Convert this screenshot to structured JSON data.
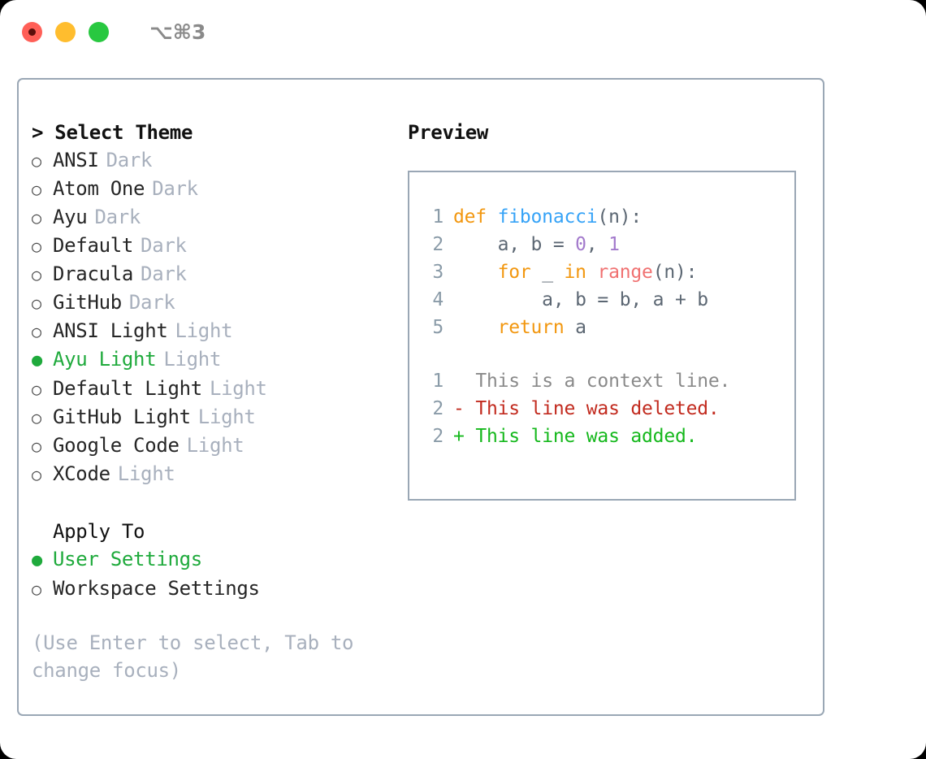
{
  "titlebar": {
    "shortcut": "⌥⌘3",
    "lights": [
      {
        "name": "close",
        "color": "#ff5f57"
      },
      {
        "name": "minimize",
        "color": "#ffbd2e"
      },
      {
        "name": "maximize",
        "color": "#28c840"
      }
    ]
  },
  "theme_picker": {
    "header": "> Select Theme",
    "accent_color": "#1faa3c",
    "muted_color": "#a8b0bd",
    "bullet_selected": "●",
    "bullet_unselected": "○",
    "options": [
      {
        "label": "ANSI",
        "tag": "Dark",
        "selected": false
      },
      {
        "label": "Atom One",
        "tag": "Dark",
        "selected": false
      },
      {
        "label": "Ayu",
        "tag": "Dark",
        "selected": false
      },
      {
        "label": "Default",
        "tag": "Dark",
        "selected": false
      },
      {
        "label": "Dracula",
        "tag": "Dark",
        "selected": false
      },
      {
        "label": "GitHub",
        "tag": "Dark",
        "selected": false
      },
      {
        "label": "ANSI Light",
        "tag": "Light",
        "selected": false
      },
      {
        "label": "Ayu Light",
        "tag": "Light",
        "selected": true
      },
      {
        "label": "Default Light",
        "tag": "Light",
        "selected": false
      },
      {
        "label": "GitHub Light",
        "tag": "Light",
        "selected": false
      },
      {
        "label": "Google Code",
        "tag": "Light",
        "selected": false
      },
      {
        "label": "XCode",
        "tag": "Light",
        "selected": false
      }
    ]
  },
  "apply_to": {
    "title": "Apply To",
    "options": [
      {
        "label": "User Settings",
        "selected": true
      },
      {
        "label": "Workspace Settings",
        "selected": false
      }
    ]
  },
  "hint": "(Use Enter to select, Tab to change focus)",
  "preview": {
    "title": "Preview",
    "code_lines": [
      {
        "number": "1",
        "tokens": [
          {
            "text": "def ",
            "type": "kw"
          },
          {
            "text": "fibonacci",
            "type": "fn"
          },
          {
            "text": "(n):",
            "type": "pun"
          }
        ]
      },
      {
        "number": "2",
        "tokens": [
          {
            "text": "    a, b = ",
            "type": "var"
          },
          {
            "text": "0",
            "type": "num"
          },
          {
            "text": ", ",
            "type": "pun"
          },
          {
            "text": "1",
            "type": "num"
          }
        ]
      },
      {
        "number": "3",
        "tokens": [
          {
            "text": "    for ",
            "type": "kw"
          },
          {
            "text": "_ ",
            "type": "var"
          },
          {
            "text": "in ",
            "type": "kw"
          },
          {
            "text": "range",
            "type": "call"
          },
          {
            "text": "(n):",
            "type": "pun"
          }
        ]
      },
      {
        "number": "4",
        "tokens": [
          {
            "text": "        a, b = b, a + b",
            "type": "var"
          }
        ]
      },
      {
        "number": "5",
        "tokens": [
          {
            "text": "    return ",
            "type": "kw"
          },
          {
            "text": "a",
            "type": "var"
          }
        ]
      }
    ],
    "diff_lines": [
      {
        "number": "1",
        "marker": " ",
        "text": "This is a context line.",
        "kind": "context"
      },
      {
        "number": "2",
        "marker": "-",
        "text": "This line was deleted.",
        "kind": "deleted"
      },
      {
        "number": "2",
        "marker": "+",
        "text": "This line was added.",
        "kind": "added"
      }
    ]
  }
}
